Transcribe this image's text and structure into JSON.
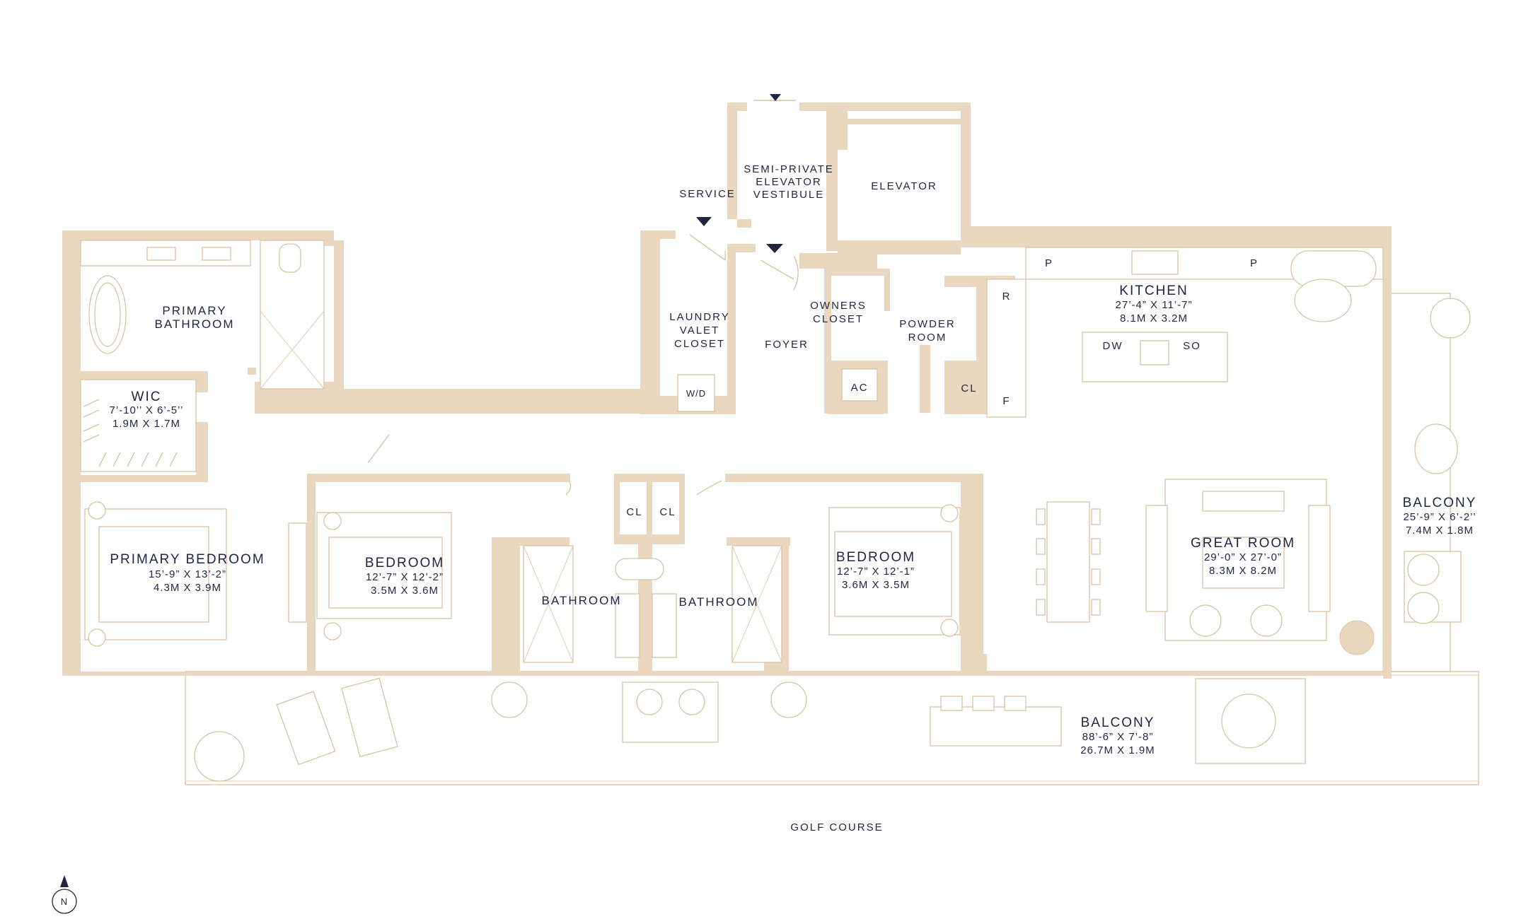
{
  "rooms": {
    "primary_bathroom": {
      "line1": "PRIMARY",
      "line2": "BATHROOM"
    },
    "wic": {
      "name": "WIC",
      "dim_imperial": "7’-10’’ X 6’-5’’",
      "dim_metric": "1.9M X 1.7M"
    },
    "primary_bedroom": {
      "name": "PRIMARY BEDROOM",
      "dim_imperial": "15’-9” X 13’-2”",
      "dim_metric": "4.3M X 3.9M"
    },
    "bedroom_2": {
      "name": "BEDROOM",
      "dim_imperial": "12’-7” X 12’-2”",
      "dim_metric": "3.5M X 3.6M"
    },
    "bedroom_3": {
      "name": "BEDROOM",
      "dim_imperial": "12’-7” X 12’-1”",
      "dim_metric": "3.6M X 3.5M"
    },
    "bathroom_2": {
      "name": "BATHROOM"
    },
    "bathroom_3": {
      "name": "BATHROOM"
    },
    "closet_a": {
      "name": "CL"
    },
    "closet_b": {
      "name": "CL"
    },
    "closet_c": {
      "name": "CL"
    },
    "service": {
      "name": "SERVICE"
    },
    "vestibule": {
      "line1": "SEMI-PRIVATE",
      "line2": "ELEVATOR",
      "line3": "VESTIBULE"
    },
    "elevator": {
      "name": "ELEVATOR"
    },
    "laundry": {
      "line1": "LAUNDRY",
      "line2": "VALET",
      "line3": "CLOSET",
      "wd": "W/D"
    },
    "foyer": {
      "name": "FOYER"
    },
    "owners_closet": {
      "line1": "OWNERS",
      "line2": "CLOSET"
    },
    "powder_room": {
      "line1": "POWDER",
      "line2": "ROOM"
    },
    "ac": {
      "name": "AC"
    },
    "kitchen": {
      "name": "KITCHEN",
      "dim_imperial": "27’-4” X 11’-7”",
      "dim_metric": "8.1M X 3.2M",
      "p_left": "P",
      "p_right": "P",
      "r": "R",
      "f": "F",
      "dw": "DW",
      "so": "SO"
    },
    "great_room": {
      "name": "GREAT ROOM",
      "dim_imperial": "29’-0” X 27’-0”",
      "dim_metric": "8.3M X 8.2M"
    },
    "balcony_east": {
      "name": "BALCONY",
      "dim_imperial": "25’-9” X 6’-2’’",
      "dim_metric": "7.4M X 1.8M"
    },
    "balcony_south": {
      "name": "BALCONY",
      "dim_imperial": "88’-6” X 7’-8”",
      "dim_metric": "26.7M X 1.9M"
    }
  },
  "site": {
    "golf_course": "GOLF COURSE",
    "north": "N"
  },
  "colors": {
    "wall": "#ead7bf",
    "line": "#d9c4a5",
    "text": "#1f2540"
  }
}
